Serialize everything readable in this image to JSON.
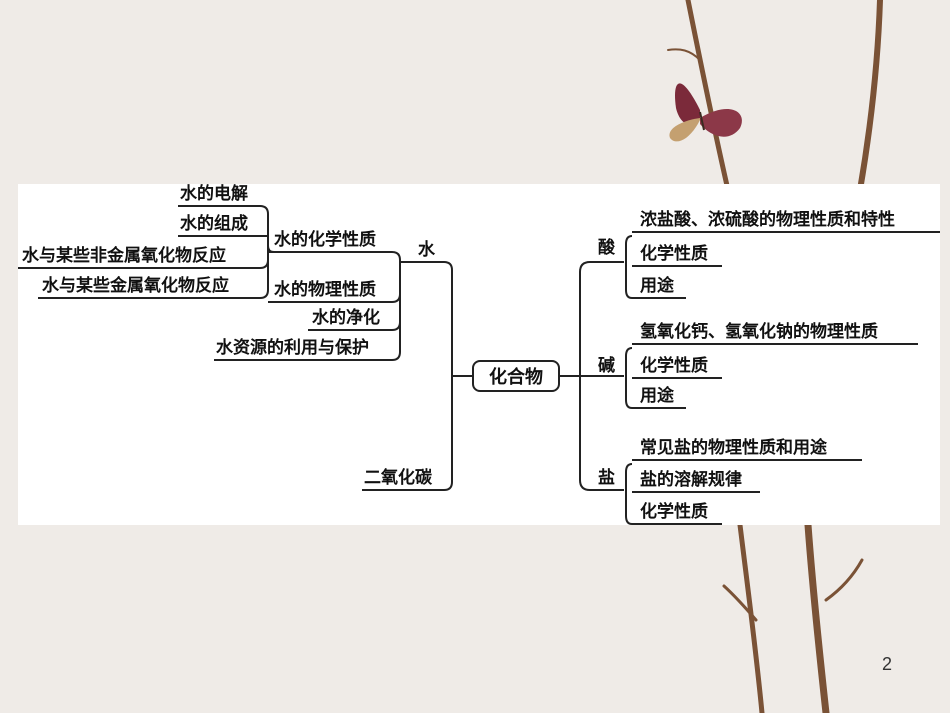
{
  "diagram": {
    "hub": "化合物",
    "water": {
      "label": "水",
      "chemical": {
        "label": "水的化学性质",
        "items": [
          "水的电解",
          "水的组成",
          "水与某些非金属氧化物反应",
          "水与某些金属氧化物反应"
        ]
      },
      "physical": "水的物理性质",
      "purify": "水的净化",
      "resource": "水资源的利用与保护"
    },
    "co2": "二氧化碳",
    "acid": {
      "label": "酸",
      "items": [
        "浓盐酸、浓硫酸的物理性质和特性",
        "化学性质",
        "用途"
      ]
    },
    "base": {
      "label": "碱",
      "items": [
        "氢氧化钙、氢氧化钠的物理性质",
        "化学性质",
        "用途"
      ]
    },
    "salt": {
      "label": "盐",
      "items": [
        "常见盐的物理性质和用途",
        "盐的溶解规律",
        "化学性质"
      ]
    }
  },
  "page_number": "2"
}
